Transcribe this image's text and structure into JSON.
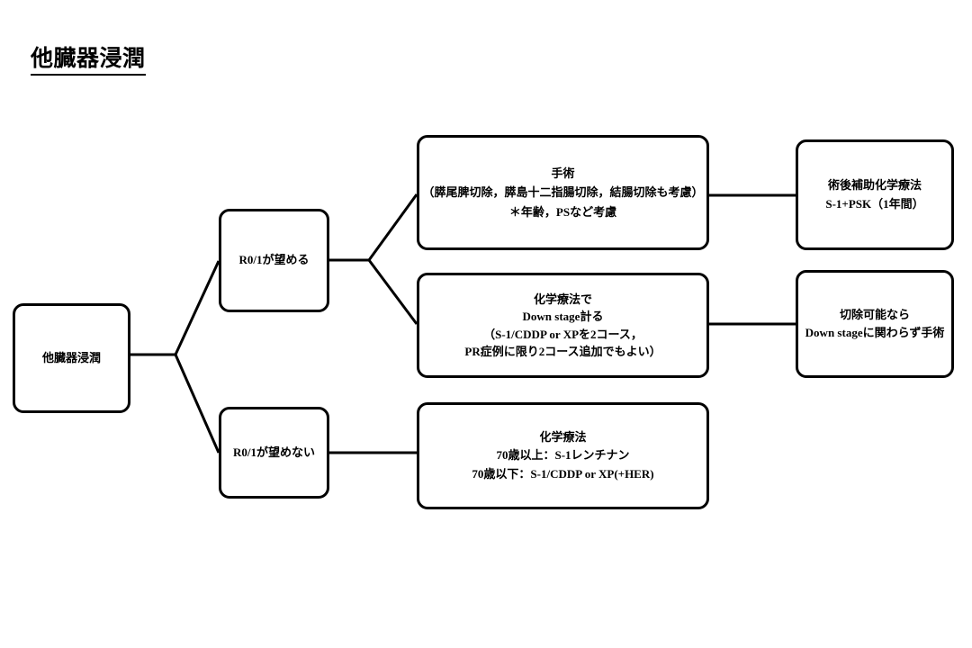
{
  "page": {
    "title": "他臓器浸潤",
    "background_color": "#ffffff",
    "line_color": "#000000"
  },
  "diagram": {
    "type": "flowchart",
    "orientation": "left-to-right",
    "nodes": [
      {
        "id": "root",
        "name": "node-other-organ-invasion",
        "lines": [
          "他臓器浸潤"
        ]
      },
      {
        "id": "r01_possible",
        "name": "node-r01-achievable",
        "lines": [
          "R0/1が望める"
        ]
      },
      {
        "id": "r01_not_possible",
        "name": "node-r01-not-achievable",
        "lines": [
          "R0/1が望めない"
        ]
      },
      {
        "id": "surgery",
        "name": "node-surgery",
        "lines": [
          "手術",
          "（膵尾脾切除，膵島十二指腸切除，結腸切除も考慮）",
          "＊年齢，PSなど考慮"
        ]
      },
      {
        "id": "chemo_downstage",
        "name": "node-chemotherapy-downstage",
        "lines": [
          "化学療法で",
          "Down  stage計る",
          "（S-1/CDDP or XPを2コース，",
          "PR症例に限り2コース追加でもよい）"
        ]
      },
      {
        "id": "chemo_palliative",
        "name": "node-chemotherapy-palliative",
        "lines": [
          "化学療法",
          "70歳以上：S-1レンチナン",
          "70歳以下：S-1/CDDP or XP(+HER)"
        ]
      },
      {
        "id": "adjuvant",
        "name": "node-adjuvant-chemotherapy",
        "lines": [
          "術後補助化学療法",
          "S-1+PSK（1年間）"
        ]
      },
      {
        "id": "resectable",
        "name": "node-resectable-surgery",
        "lines": [
          "切除可能なら",
          "Down  stageに関わらず手術"
        ]
      }
    ],
    "edges": [
      {
        "from": "root",
        "to": "r01_possible",
        "style": "diagonal"
      },
      {
        "from": "root",
        "to": "r01_not_possible",
        "style": "diagonal"
      },
      {
        "from": "r01_possible",
        "to": "surgery",
        "style": "diagonal"
      },
      {
        "from": "r01_possible",
        "to": "chemo_downstage",
        "style": "diagonal"
      },
      {
        "from": "surgery",
        "to": "adjuvant",
        "style": "horizontal"
      },
      {
        "from": "chemo_downstage",
        "to": "resectable",
        "style": "horizontal"
      },
      {
        "from": "r01_not_possible",
        "to": "chemo_palliative",
        "style": "horizontal"
      }
    ]
  }
}
